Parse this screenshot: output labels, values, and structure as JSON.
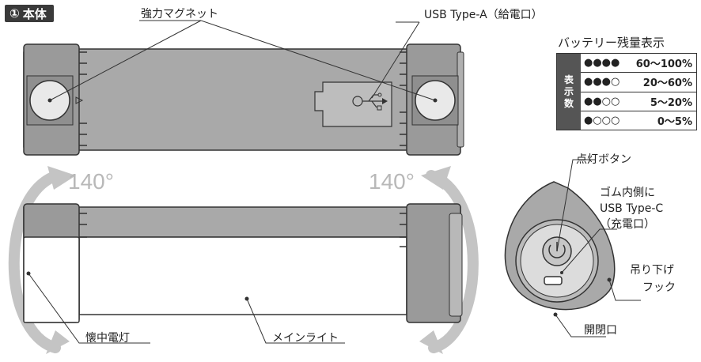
{
  "header": {
    "num": "①",
    "title": "本体"
  },
  "labels": {
    "magnet": "強力マグネット",
    "usb_a": "USB Type-A（給電口）",
    "battery_title": "バッテリー残量表示",
    "angle_left": "140°",
    "angle_right": "140°",
    "light_button": "点灯ボタン",
    "usb_c_1": "ゴム内側に",
    "usb_c_2": "USB Type-C",
    "usb_c_3": "（充電口）",
    "hook_1": "吊り下げ",
    "hook_2": "フック",
    "open_close": "開閉口",
    "pocket_light": "懐中電灯",
    "main_light": "メインライト"
  },
  "battery_table": {
    "side_label": [
      "表",
      "示",
      "数"
    ],
    "rows": [
      {
        "dots": "●●●●",
        "range": "60～100%"
      },
      {
        "dots": "●●●○",
        "range": "20～60%"
      },
      {
        "dots": "●●○○",
        "range": "5～20%"
      },
      {
        "dots": "●○○○",
        "range": "0～5%"
      }
    ]
  },
  "colors": {
    "body_gray": "#a9a9a9",
    "cap_gray": "#969696",
    "outline": "#333333",
    "arrow_gray": "#c4c4c4",
    "header_bg": "#3a3a3a"
  }
}
